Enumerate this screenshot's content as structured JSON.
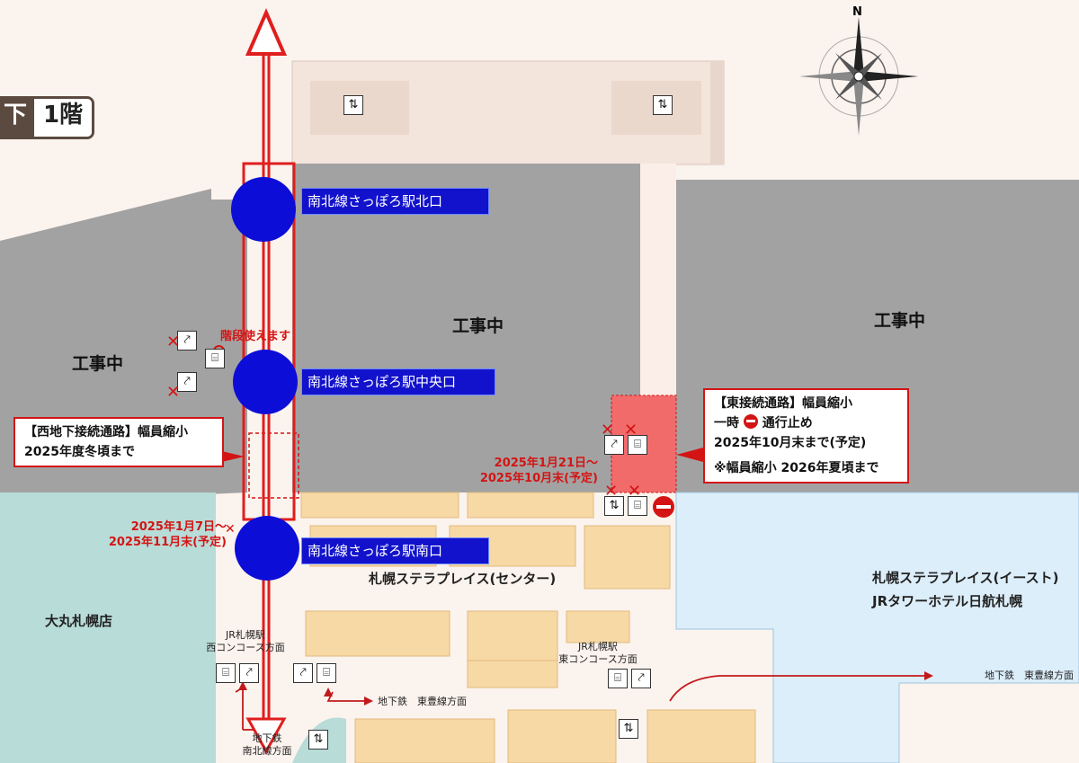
{
  "floor": {
    "prefix": "下",
    "level": "1階"
  },
  "compass": {
    "north_label": "N"
  },
  "construction_labels": [
    "工事中",
    "工事中",
    "工事中"
  ],
  "stations": [
    {
      "name": "南北線さっぽろ駅北口"
    },
    {
      "name": "南北線さっぽろ駅中央口"
    },
    {
      "name": "南北線さっぽろ駅南口"
    }
  ],
  "stairs_note": "階段使えます",
  "west_passage": {
    "title": "【西地下接続通路】幅員縮小",
    "until": "2025年度冬頃まで"
  },
  "west_period": {
    "line1": "2025年1月7日～",
    "line2": "2025年11月末(予定)"
  },
  "east_period": {
    "line1": "2025年1月21日～",
    "line2": "2025年10月末(予定)"
  },
  "east_passage": {
    "title": "【東接続通路】幅員縮小",
    "closure_pre": "一時",
    "closure_post": "通行止め",
    "until": "2025年10月末まで(予定)",
    "note": "※幅員縮小 2026年夏頃まで"
  },
  "buildings": {
    "daimaru": "大丸札幌店",
    "stellar_center": "札幌ステラプレイス(センター)",
    "stellar_east": "札幌ステラプレイス(イースト)",
    "jr_tower_hotel": "JRタワーホテル日航札幌"
  },
  "directions": {
    "jr_west": {
      "line1": "JR札幌駅",
      "line2": "西コンコース方面"
    },
    "jr_east": {
      "line1": "JR札幌駅",
      "line2": "東コンコース方面"
    },
    "toho_center": "地下鉄　東豊線方面",
    "toho_east": "地下鉄　東豊線方面",
    "namboku": {
      "line1": "地下鉄",
      "line2": "南北線方面"
    }
  },
  "colors": {
    "construction": "#a2a2a2",
    "closed_area": "#f26b6b",
    "route_red": "#e01e1e",
    "station_blue": "#0d0dd8",
    "daimaru": "#b8dcd8",
    "stellar": "#f7d9a6",
    "stellar_east": "#dceefa"
  },
  "icons": [
    "escalator-icon",
    "stairs-icon",
    "elevator-icon",
    "no-entry-icon",
    "compass-icon"
  ]
}
